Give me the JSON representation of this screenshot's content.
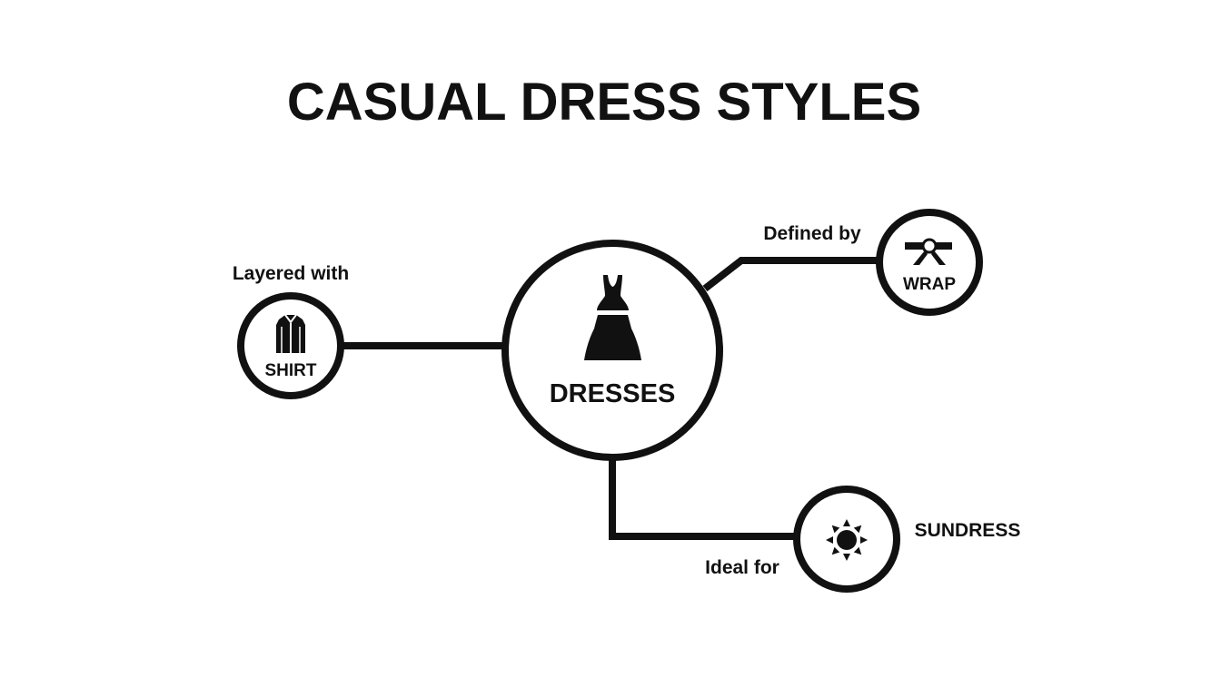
{
  "title": "CASUAL DRESS STYLES",
  "colors": {
    "background": "#ffffff",
    "stroke": "#111111",
    "fill": "#ffffff"
  },
  "nodes": {
    "center": {
      "label": "DRESSES",
      "icon": "dress-icon"
    },
    "shirt": {
      "label": "SHIRT",
      "icon": "shirt-icon"
    },
    "wrap": {
      "label": "WRAP",
      "icon": "bow-icon"
    },
    "sundress": {
      "label": "SUNDRESS",
      "icon": "sun-icon"
    }
  },
  "edges": {
    "shirt": {
      "label": "Layered with"
    },
    "wrap": {
      "label": "Defined by"
    },
    "sundress": {
      "label": "Ideal for"
    }
  }
}
